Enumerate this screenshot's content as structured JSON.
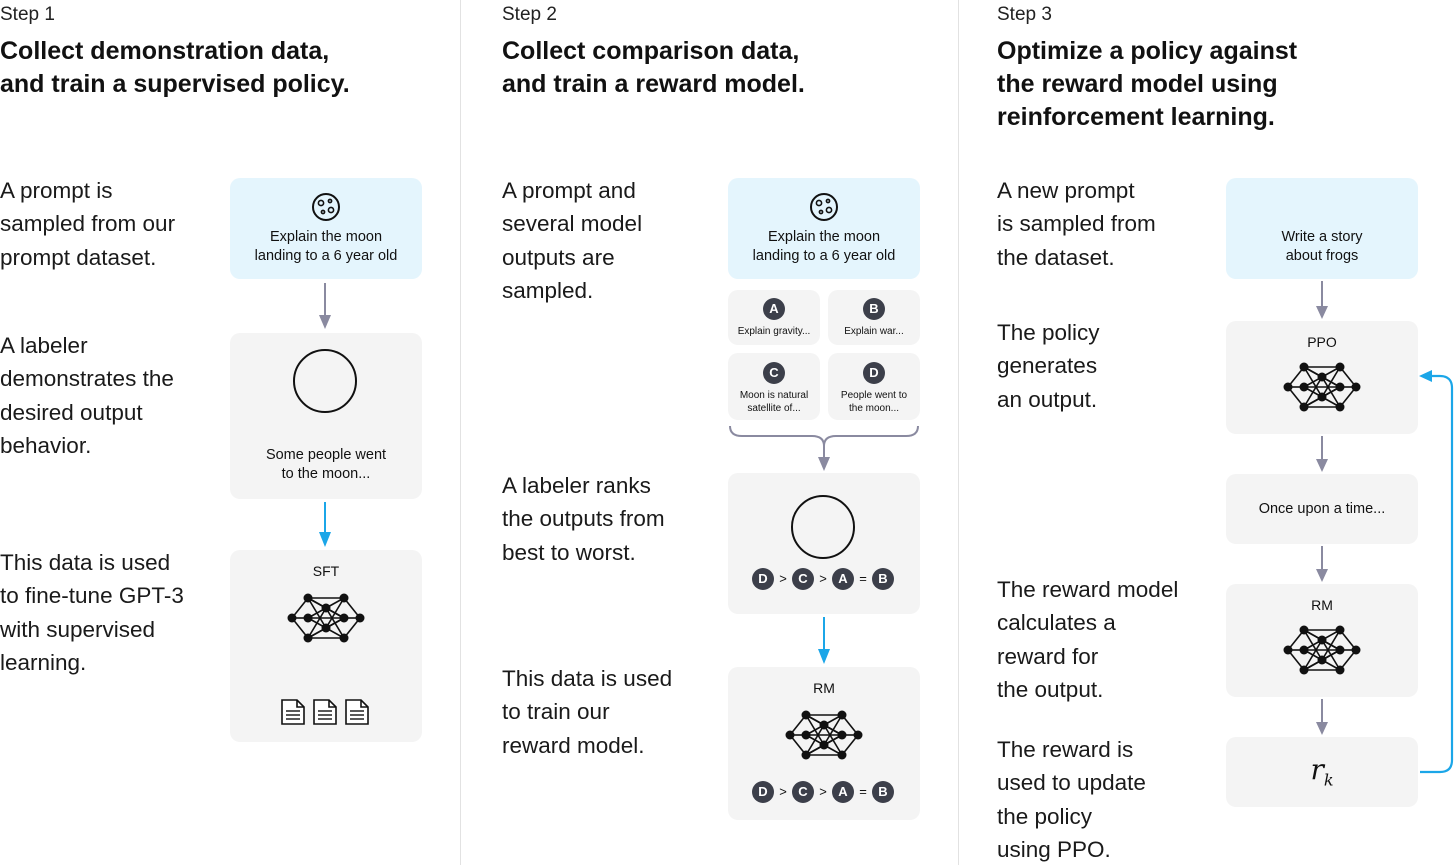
{
  "step1": {
    "label": "Step 1",
    "title": [
      "Collect demonstration data,",
      "and train a supervised policy."
    ],
    "desc_prompt": [
      "A prompt is",
      "sampled from our",
      "prompt dataset."
    ],
    "desc_labeler": [
      "A labeler",
      "demonstrates the",
      "desired output",
      "behavior."
    ],
    "desc_train": [
      "This data is used",
      "to fine-tune GPT-3",
      "with supervised",
      "learning."
    ],
    "prompt_text": [
      "Explain the moon",
      "landing to a 6 year old"
    ],
    "demo_text": [
      "Some people went",
      "to the moon..."
    ],
    "model_label": "SFT"
  },
  "step2": {
    "label": "Step 2",
    "title": [
      "Collect comparison data,",
      "and train a reward model."
    ],
    "desc_prompt": [
      "A prompt and",
      "several model",
      "outputs are",
      "sampled."
    ],
    "desc_labeler": [
      "A labeler ranks",
      "the outputs from",
      "best to worst."
    ],
    "desc_train": [
      "This data is used",
      "to train our",
      "reward model."
    ],
    "prompt_text": [
      "Explain the moon",
      "landing to a 6 year old"
    ],
    "outputs": [
      {
        "letter": "A",
        "text": [
          "Explain gravity..."
        ]
      },
      {
        "letter": "B",
        "text": [
          "Explain war..."
        ]
      },
      {
        "letter": "C",
        "text": [
          "Moon is natural",
          "satellite of..."
        ]
      },
      {
        "letter": "D",
        "text": [
          "People went to",
          "the moon..."
        ]
      }
    ],
    "ranking": [
      "D",
      ">",
      "C",
      ">",
      "A",
      "=",
      "B"
    ],
    "model_label": "RM"
  },
  "step3": {
    "label": "Step 3",
    "title": [
      "Optimize a policy against",
      "the reward model using",
      "reinforcement learning."
    ],
    "desc_prompt": [
      "A new prompt",
      "is sampled from",
      "the dataset."
    ],
    "desc_policy": [
      "The policy",
      "generates",
      "an output."
    ],
    "desc_reward": [
      "The reward model",
      "calculates a",
      "reward for",
      "the output."
    ],
    "desc_update": [
      "The reward is",
      "used to update",
      "the policy",
      "using PPO."
    ],
    "prompt_text": [
      "Write a story",
      "about frogs"
    ],
    "policy_label": "PPO",
    "output_text": "Once upon a time...",
    "rm_label": "RM",
    "reward_symbol": "r",
    "reward_subscript": "k"
  },
  "colors": {
    "accent_blue": "#1ba6e8",
    "arrow_gray": "#8a8aa0",
    "card_gray": "#f4f4f4",
    "card_blue": "#e4f5fd",
    "badge": "#3c3f4a"
  },
  "icons": [
    "moon-icon",
    "neural-network-icon",
    "document-icon"
  ]
}
